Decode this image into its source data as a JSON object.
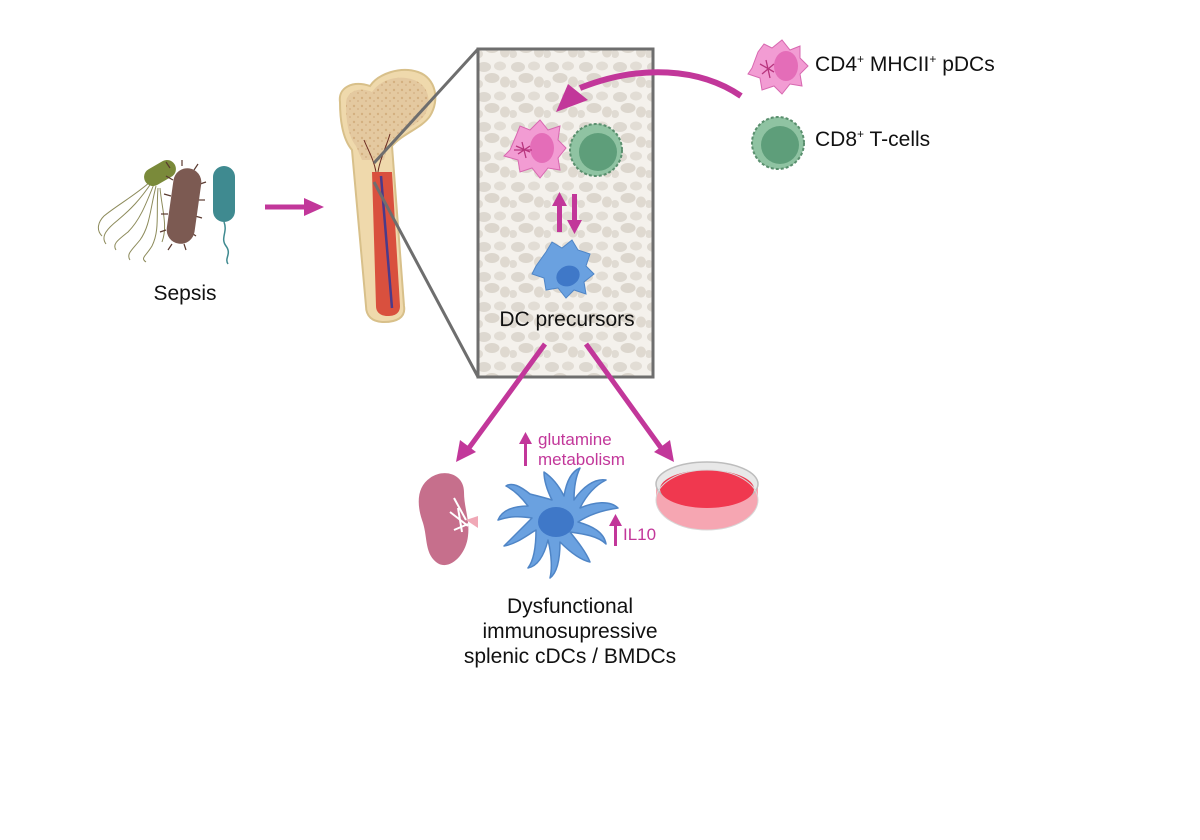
{
  "diagram": {
    "colors": {
      "arrow": "#c2379a",
      "box_border": "#6e6e6e",
      "pdc": "#ee8fcf",
      "tcell": "#5e9e7a",
      "dc": "#6aa1e0",
      "spleen": "#c66f8c",
      "dish": "#f0384f"
    },
    "nodes": {
      "sepsis": {
        "label": "Sepsis",
        "icon": "bacteria-icon"
      },
      "bone": {
        "icon": "femur-bone-icon"
      },
      "marrow_inset": {
        "icon": "bone-marrow-inset"
      },
      "dc_precursors": {
        "label": "DC precursors",
        "icon": "dc-precursor-cell-icon"
      },
      "pdc_legend": {
        "label_main": "CD4",
        "sup1": "+",
        "label_mid": " MHCII",
        "sup2": "+",
        "label_end": " pDCs",
        "icon": "pdc-cell-icon"
      },
      "tcell_legend": {
        "label_main": "CD8",
        "sup1": "+",
        "label_end": " T-cells",
        "icon": "t-cell-icon"
      },
      "outcome": {
        "line1": "Dysfunctional",
        "line2": "immunosupressive",
        "line3": "splenic cDCs / BMDCs",
        "icon": "dendritic-cell-icon"
      },
      "spleen": {
        "icon": "spleen-icon"
      },
      "dish": {
        "icon": "petri-dish-icon"
      }
    },
    "annotations": {
      "glutamine_line1": "glutamine",
      "glutamine_line2": "metabolism",
      "glutamine_direction": "up",
      "il10": "IL10",
      "il10_direction": "up"
    },
    "edges": [
      {
        "from": "sepsis",
        "to": "bone"
      },
      {
        "from": "pdc_legend",
        "to": "marrow_inset"
      },
      {
        "from": "pdc_in_marrow",
        "to": "dc_precursors",
        "bidirectional": true
      },
      {
        "from": "dc_precursors",
        "to": "spleen"
      },
      {
        "from": "dc_precursors",
        "to": "dish"
      }
    ]
  }
}
